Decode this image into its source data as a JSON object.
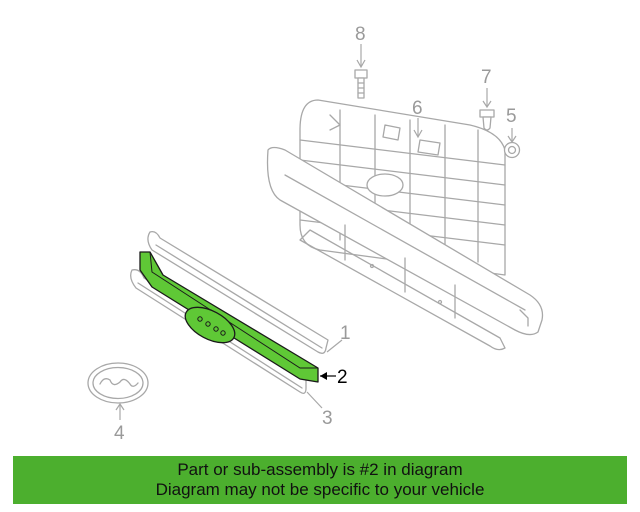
{
  "callouts": {
    "c1": "1",
    "c2": "2",
    "c3": "3",
    "c4": "4",
    "c5": "5",
    "c6": "6",
    "c7": "7",
    "c8": "8"
  },
  "highlighted_part": "2",
  "colors": {
    "highlight": "#5fc836",
    "banner": "#4caf2e",
    "line_art": "#a8a8a8"
  },
  "banner": {
    "line1": "Part or sub-assembly is #2 in diagram",
    "line2": "Diagram may not be specific to your vehicle"
  }
}
